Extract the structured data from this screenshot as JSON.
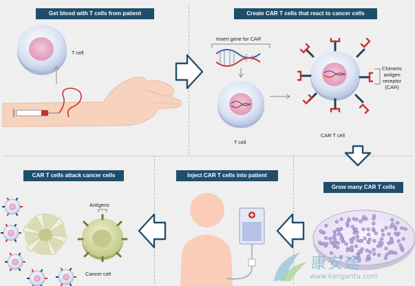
{
  "panels": {
    "p1_title": "Get blood with T cells from patient",
    "p2_title": "Create CAR T cells that react to cancer cells",
    "p3_title": "Grow many CAR T cells",
    "p4_title": "Inject CAR T cells into patient",
    "p5_title": "CAR T cells attack cancer cells"
  },
  "labels": {
    "t_cell_1": "T cell",
    "insert_gene": "Insert gene for CAR",
    "t_cell_2": "T cell",
    "car_l1": "Chimeric",
    "car_l2": "antigen",
    "car_l3": "receptor",
    "car_l4": "(CAR)",
    "car_t_cell": "CAR T cell",
    "antigens": "Antigens",
    "cancer_cell": "Cancer cell"
  },
  "watermark": {
    "cn": "康安途",
    "url": "www.kangantu.com"
  },
  "colors": {
    "header_bg": "#1f4e6b",
    "arrow_stroke": "#1f4e6b",
    "receptor_red": "#c8312b",
    "receptor_navy": "#1f3d5a",
    "cell_blue": "#cfd8ec",
    "nucleus_pink": "#e7a9c4",
    "cancer_green": "#c9cf8e",
    "skin": "#f7cdb5"
  }
}
